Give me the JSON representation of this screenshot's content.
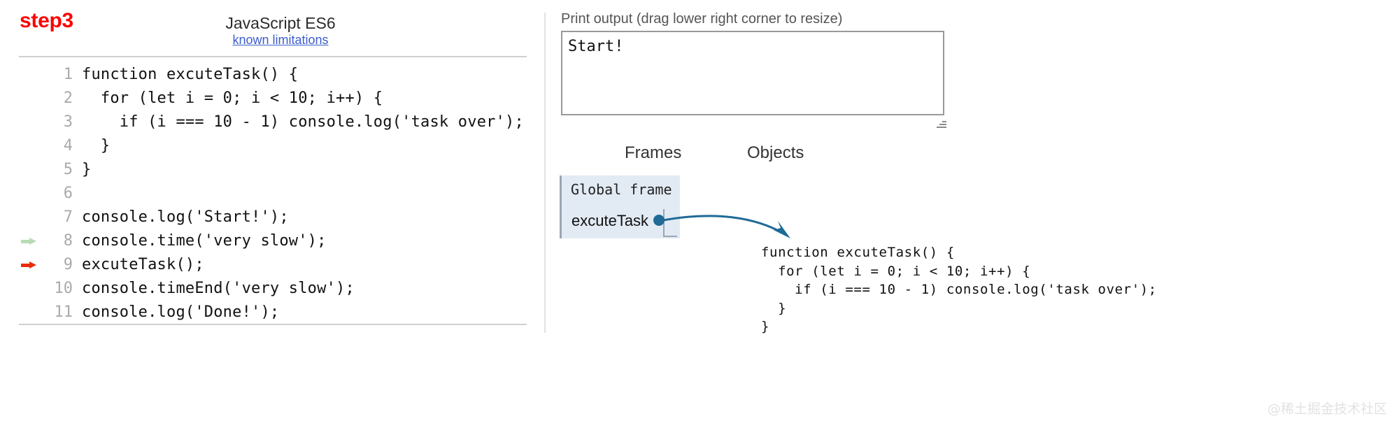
{
  "left": {
    "step_label": "step3",
    "lang_title": "JavaScript ES6",
    "known_limitations_link": "known limitations",
    "code_lines": [
      {
        "no": "1",
        "text": "function excuteTask() {",
        "arrow": "none"
      },
      {
        "no": "2",
        "text": "  for (let i = 0; i < 10; i++) {",
        "arrow": "none"
      },
      {
        "no": "3",
        "text": "    if (i === 10 - 1) console.log('task over');",
        "arrow": "none"
      },
      {
        "no": "4",
        "text": "  }",
        "arrow": "none"
      },
      {
        "no": "5",
        "text": "}",
        "arrow": "none"
      },
      {
        "no": "6",
        "text": "",
        "arrow": "none"
      },
      {
        "no": "7",
        "text": "console.log('Start!');",
        "arrow": "none"
      },
      {
        "no": "8",
        "text": "console.time('very slow');",
        "arrow": "green"
      },
      {
        "no": "9",
        "text": "excuteTask();",
        "arrow": "red"
      },
      {
        "no": "10",
        "text": "console.timeEnd('very slow');",
        "arrow": "none"
      },
      {
        "no": "11",
        "text": "console.log('Done!');",
        "arrow": "none"
      }
    ]
  },
  "right": {
    "print_output_label": "Print output (drag lower right corner to resize)",
    "print_output_value": "Start!",
    "frames_heading": "Frames",
    "objects_heading": "Objects",
    "global_frame_title": "Global frame",
    "global_frame_var": "excuteTask",
    "object_code": "function excuteTask() {\n  for (let i = 0; i < 10; i++) {\n    if (i === 10 - 1) console.log('task over');\n  }\n}"
  },
  "watermark": "@稀土掘金技术社区",
  "colors": {
    "step_red": "#ff0000",
    "link_blue": "#3b5ecc",
    "arrow_green": "#b6dcb6",
    "arrow_red": "#e82c0c",
    "frame_bg": "#e2eaf4",
    "connector_blue": "#1f6a96"
  }
}
